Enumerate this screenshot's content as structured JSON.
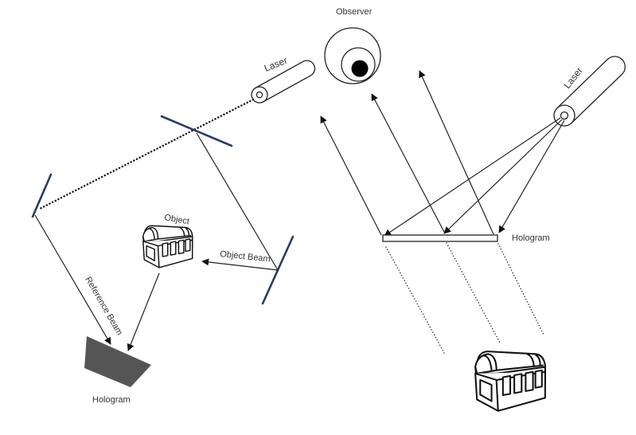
{
  "recording_setup": {
    "laser_label": "Laser",
    "object_label": "Object",
    "object_beam_label": "Object Beam",
    "reference_beam_label": "Reference Beam",
    "hologram_label": "Hologram"
  },
  "reconstruction_setup": {
    "observer_label": "Observer",
    "laser_label": "Laser",
    "hologram_label": "Hologram"
  },
  "colors": {
    "mirror": "#2a3a6b",
    "hologram_plate": "#555555",
    "beam": "#222222",
    "text": "#333333"
  },
  "icons": {
    "laser": "laser-cylinder-icon",
    "mirror": "mirror-line-icon",
    "object": "treasure-chest-icon",
    "observer": "eye-icon"
  }
}
